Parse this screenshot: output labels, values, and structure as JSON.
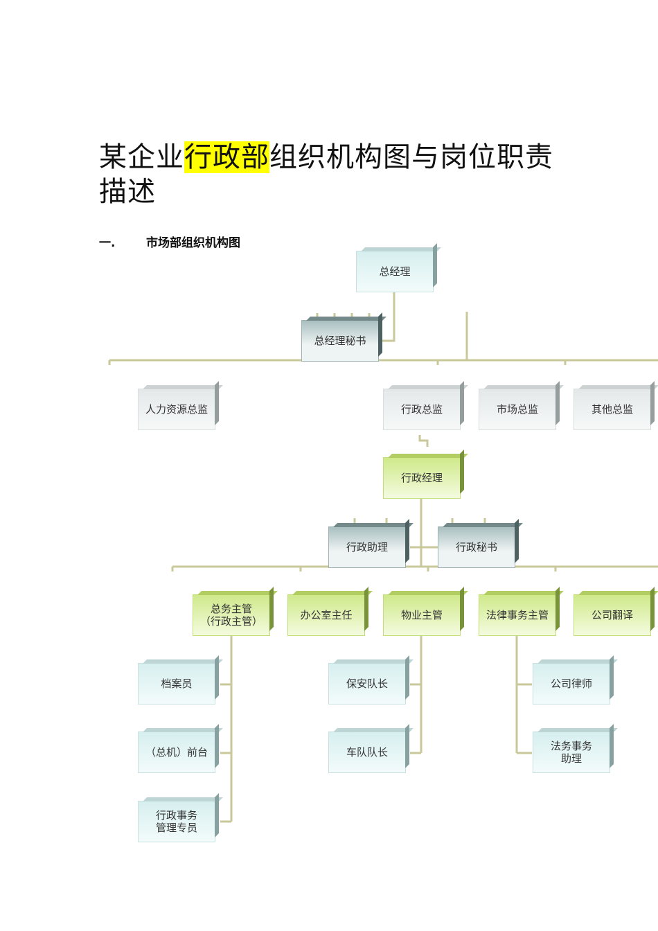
{
  "title": {
    "before": "某企业",
    "highlight": "行政部",
    "after": "组织机构图与岗位职责描述"
  },
  "section": {
    "number": "一.",
    "label": "市场部组织机构图"
  },
  "nodes": {
    "gm": "总经理",
    "gm_secretary": "总经理秘书",
    "hr_director": "人力资源总监",
    "admin_director": "行政总监",
    "marketing_director": "市场总监",
    "other_director": "其他总监",
    "admin_manager": "行政经理",
    "admin_assistant": "行政助理",
    "admin_secretary": "行政秘书",
    "general_affairs": "总务主管\n（行政主管）",
    "office_director": "办公室主任",
    "property_supervisor": "物业主管",
    "legal_supervisor": "法律事务主管",
    "translator": "公司翻译",
    "archivist": "档案员",
    "reception": "（总机）前台",
    "admin_specialist": "行政事务\n管理专员",
    "security_captain": "保安队长",
    "fleet_captain": "车队队长",
    "lawyer": "公司律师",
    "legal_assistant": "法务事务\n助理"
  },
  "colors": {
    "connector": "#c8c89a",
    "highlight": "#ffff00"
  }
}
